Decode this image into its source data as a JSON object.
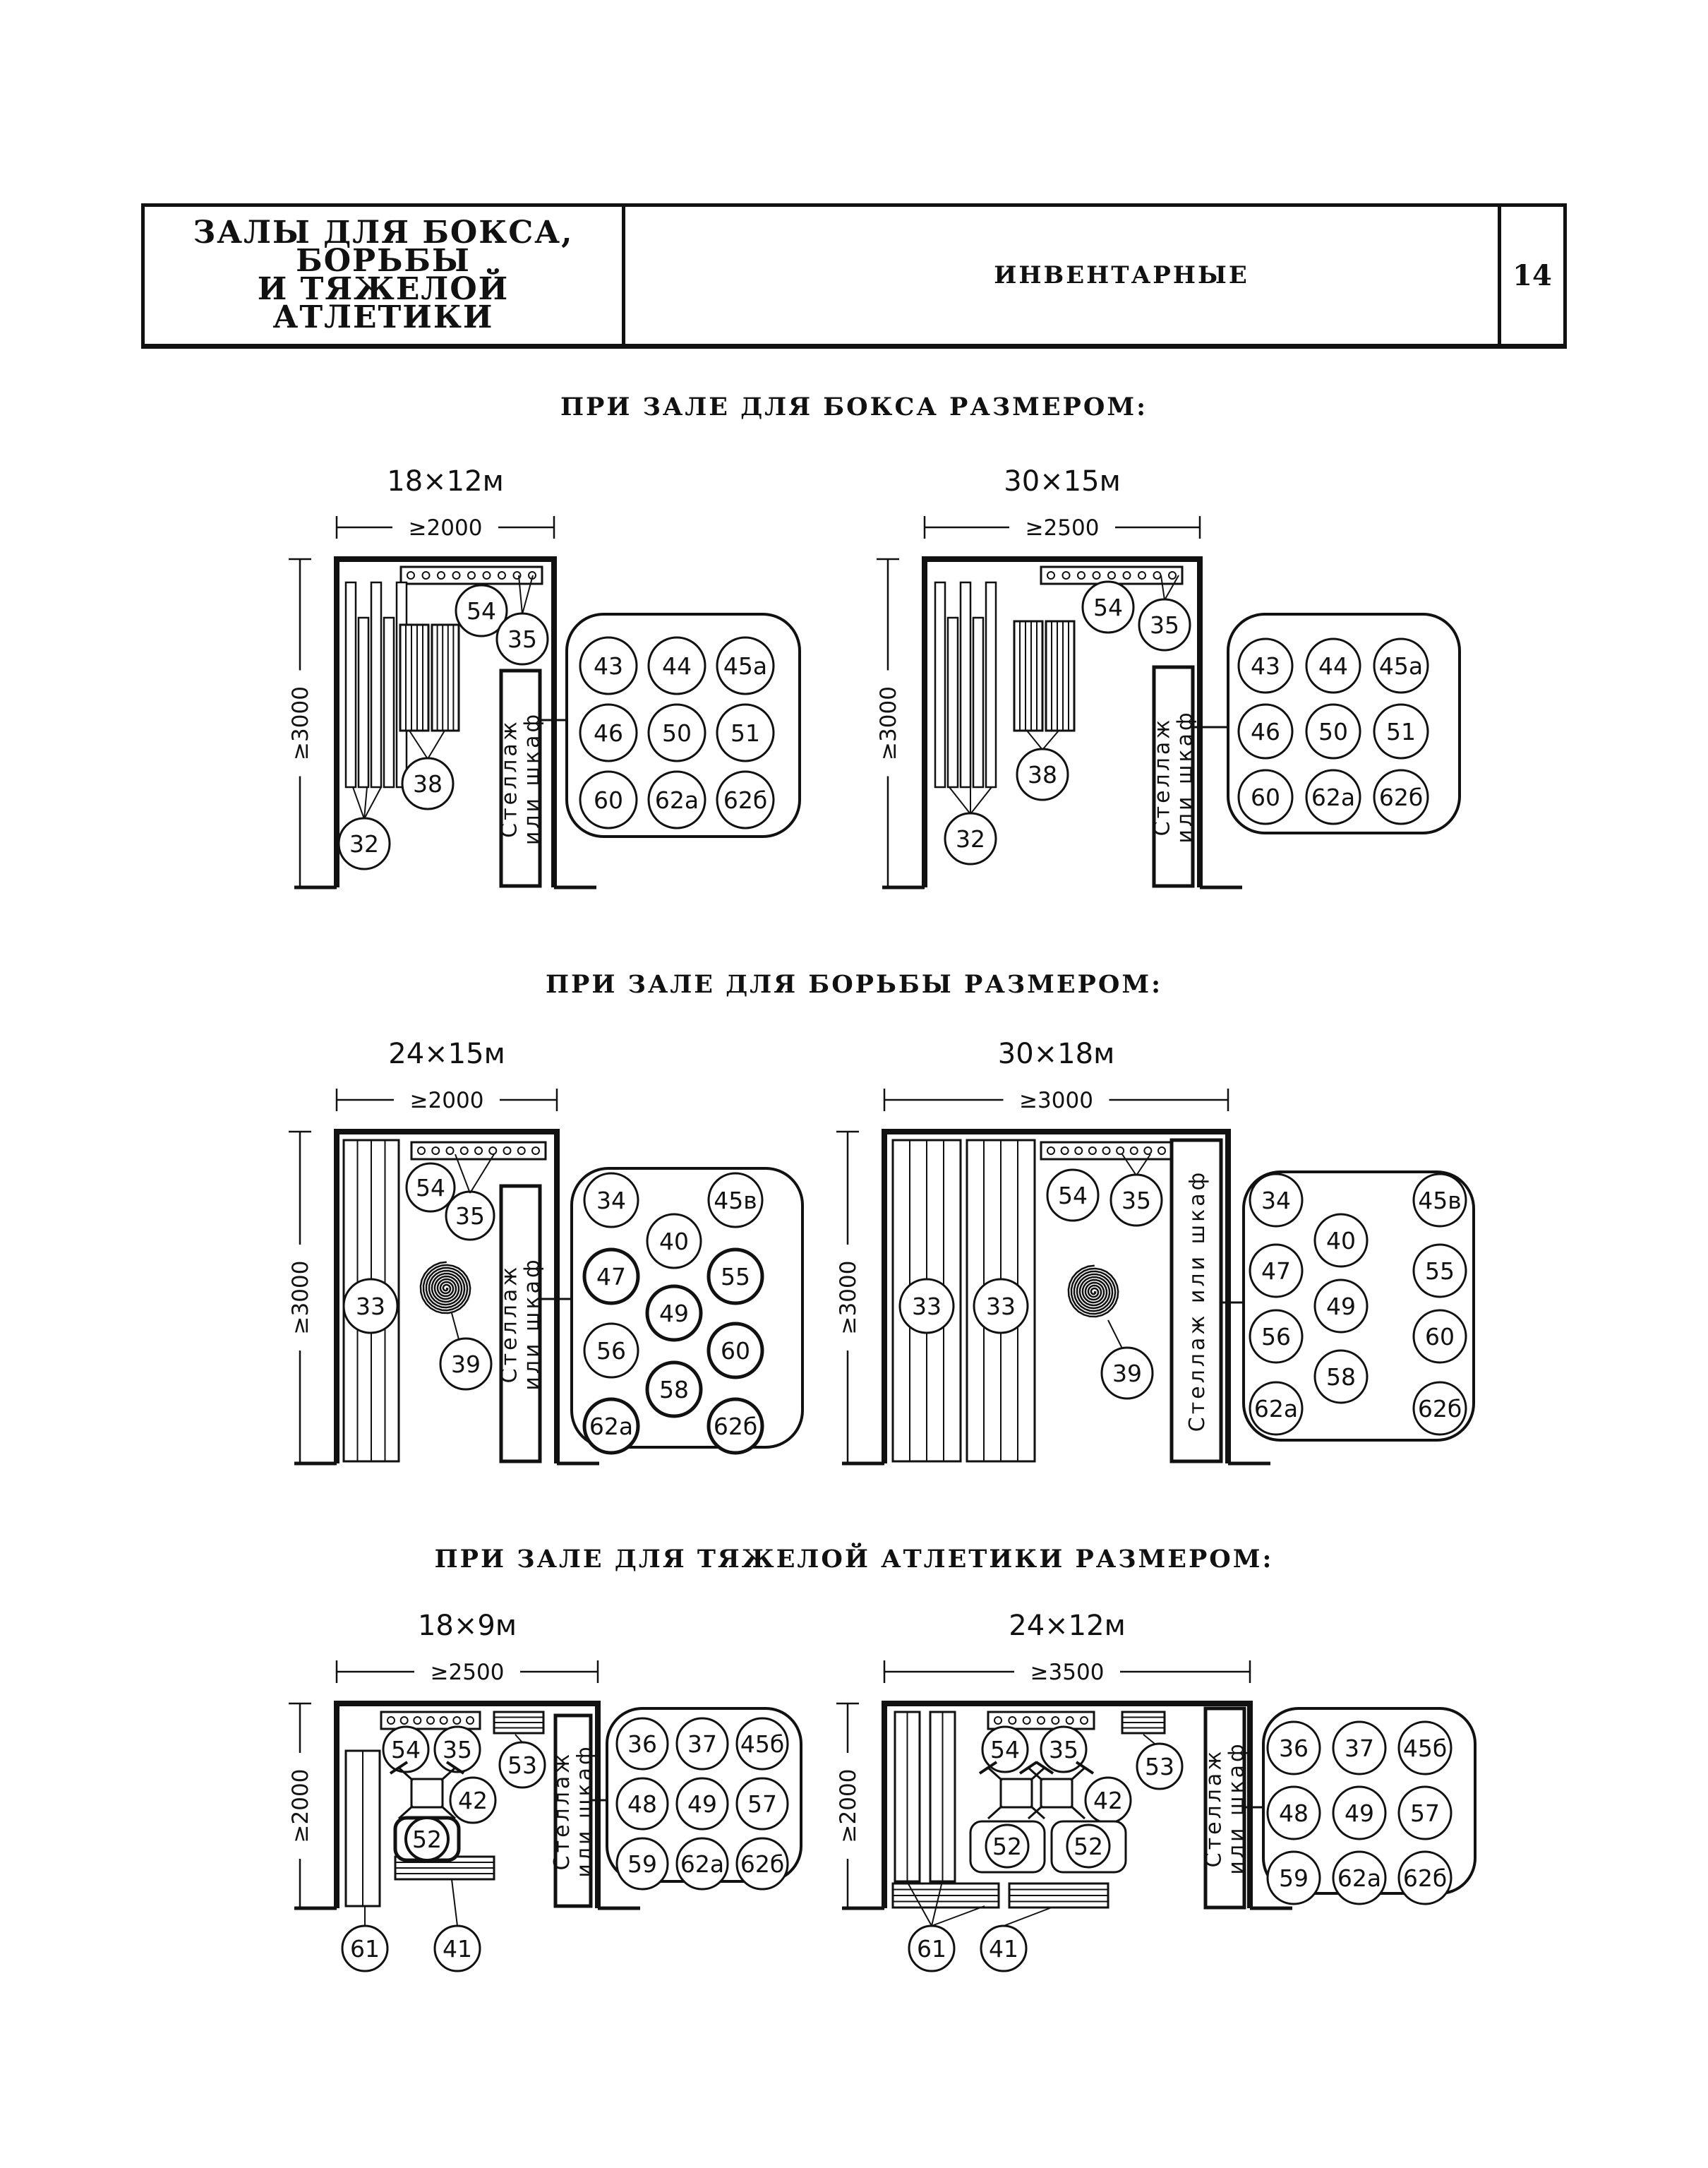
{
  "header": {
    "title_lines": [
      "ЗАЛЫ ДЛЯ БОКСА,",
      "БОРЬБЫ",
      "И ТЯЖЕЛОЙ АТЛЕТИКИ"
    ],
    "section": "ИНВЕНТАРНЫЕ",
    "page_number": "14"
  },
  "sections": {
    "boxing": "ПРИ ЗАЛЕ ДЛЯ БОКСА РАЗМЕРОМ:",
    "wrestling": "ПРИ ЗАЛЕ ДЛЯ БОРЬБЫ РАЗМЕРОМ:",
    "weightlifting": "ПРИ ЗАЛЕ ДЛЯ ТЯЖЕЛОЙ АТЛЕТИКИ РАЗМЕРОМ:"
  },
  "plans": [
    {
      "size": "18×12м",
      "width": "≥2000",
      "height": "≥3000",
      "cabinet": [
        "Стеллаж",
        "или шкаф"
      ],
      "group": [
        "43",
        "44",
        "45а",
        "46",
        "50",
        "51",
        "60",
        "62а",
        "62б"
      ],
      "labels": [
        "54",
        "35",
        "38",
        "32"
      ]
    },
    {
      "size": "30×15м",
      "width": "≥2500",
      "height": "≥3000",
      "cabinet": [
        "Стеллаж",
        "или шкаф"
      ],
      "group": [
        "43",
        "44",
        "45а",
        "46",
        "50",
        "51",
        "60",
        "62а",
        "62б"
      ],
      "labels": [
        "54",
        "35",
        "38",
        "32"
      ]
    },
    {
      "size": "24×15м",
      "width": "≥2000",
      "height": "≥3000",
      "cabinet": [
        "Стеллаж",
        "или шкаф"
      ],
      "group": [
        "34",
        "45в",
        "40",
        "47",
        "55",
        "49",
        "56",
        "60",
        "58",
        "62а",
        "62б"
      ],
      "labels": [
        "54",
        "35",
        "33",
        "39"
      ]
    },
    {
      "size": "30×18м",
      "width": "≥3000",
      "height": "≥3000",
      "cabinet": [
        "Стеллаж или шкаф"
      ],
      "group": [
        "34",
        "45в",
        "40",
        "47",
        "55",
        "49",
        "56",
        "60",
        "58",
        "62а",
        "62б"
      ],
      "labels": [
        "54",
        "35",
        "33",
        "33",
        "39"
      ]
    },
    {
      "size": "18×9м",
      "width": "≥2500",
      "height": "≥2000",
      "cabinet": [
        "Стеллаж",
        "или шкаф"
      ],
      "group": [
        "36",
        "37",
        "45б",
        "48",
        "49",
        "57",
        "59",
        "62а",
        "62б"
      ],
      "labels": [
        "54",
        "35",
        "53",
        "42",
        "52",
        "61",
        "41"
      ]
    },
    {
      "size": "24×12м",
      "width": "≥3500",
      "height": "≥2000",
      "cabinet": [
        "Стеллаж",
        "или шкаф"
      ],
      "group": [
        "36",
        "37",
        "45б",
        "48",
        "49",
        "57",
        "59",
        "62а",
        "62б"
      ],
      "labels": [
        "54",
        "35",
        "53",
        "42",
        "52",
        "52",
        "61",
        "41"
      ]
    }
  ]
}
